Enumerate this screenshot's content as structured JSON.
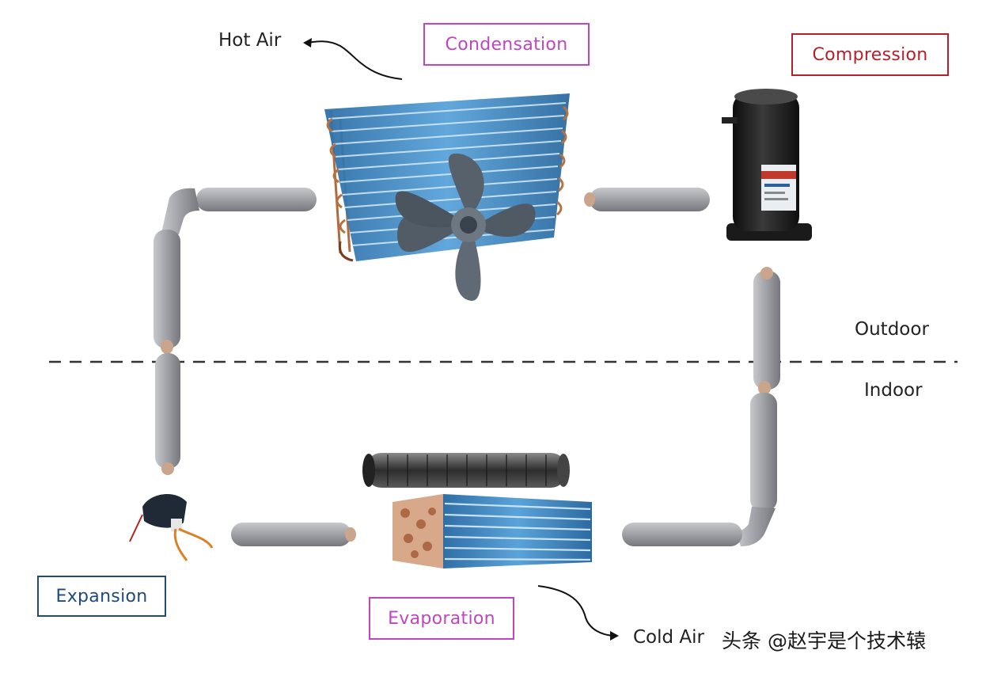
{
  "labels": {
    "condensation": "Condensation",
    "compression": "Compression",
    "expansion": "Expansion",
    "evaporation": "Evaporation"
  },
  "annotations": {
    "hot_air": "Hot Air",
    "cold_air": "Cold Air",
    "outdoor": "Outdoor",
    "indoor": "Indoor"
  },
  "watermark": "头条 @赵宇是个技术辕",
  "colors": {
    "condensation": "#c045c0",
    "evaporation": "#c045c0",
    "compression": "#b5202a",
    "expansion": "#1f4a79",
    "pipe": "#9a9ca1",
    "coil_fins": "#3d86c4",
    "fan": "#5c6772",
    "compressor": "#1c1c1c"
  },
  "icons": [
    "condenser-coil-icon",
    "fan-icon",
    "compressor-icon",
    "evaporator-coil-icon",
    "blower-wheel-icon",
    "expansion-valve-icon"
  ]
}
